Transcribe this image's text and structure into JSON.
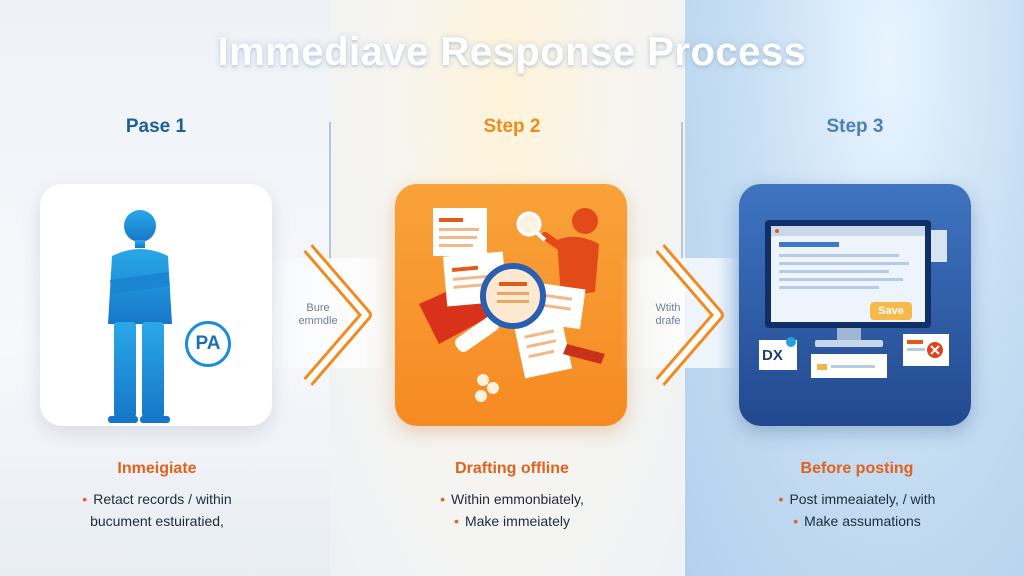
{
  "title": "Immediave Response Process",
  "steps": [
    {
      "label": "Pase 1",
      "heading": "Inmeigiate",
      "lines": [
        "Retact records / within",
        "bucument estuiratied,"
      ],
      "badge": "PA",
      "label_color": "#1f5e96"
    },
    {
      "label": "Step 2",
      "heading": "Drafting offline",
      "lines": [
        "Within emmonbiately,",
        "Make immeiately"
      ],
      "label_color": "#ef8a1c"
    },
    {
      "label": "Step 3",
      "heading": "Before posting",
      "lines": [
        "Post immeaiately, / with",
        "Make assumations"
      ],
      "save_label": "Save",
      "logo_text": "DX",
      "label_color": "#4d7fb6"
    }
  ],
  "connectors": [
    {
      "text_line1": "Bure",
      "text_line2": "emmdle"
    },
    {
      "text_line1": "Wtith",
      "text_line2": "drafe"
    }
  ],
  "colors": {
    "orange": "#f68a22",
    "blue": "#2d5ba6",
    "person": "#1b8fd6",
    "accent": "#e0621c"
  }
}
